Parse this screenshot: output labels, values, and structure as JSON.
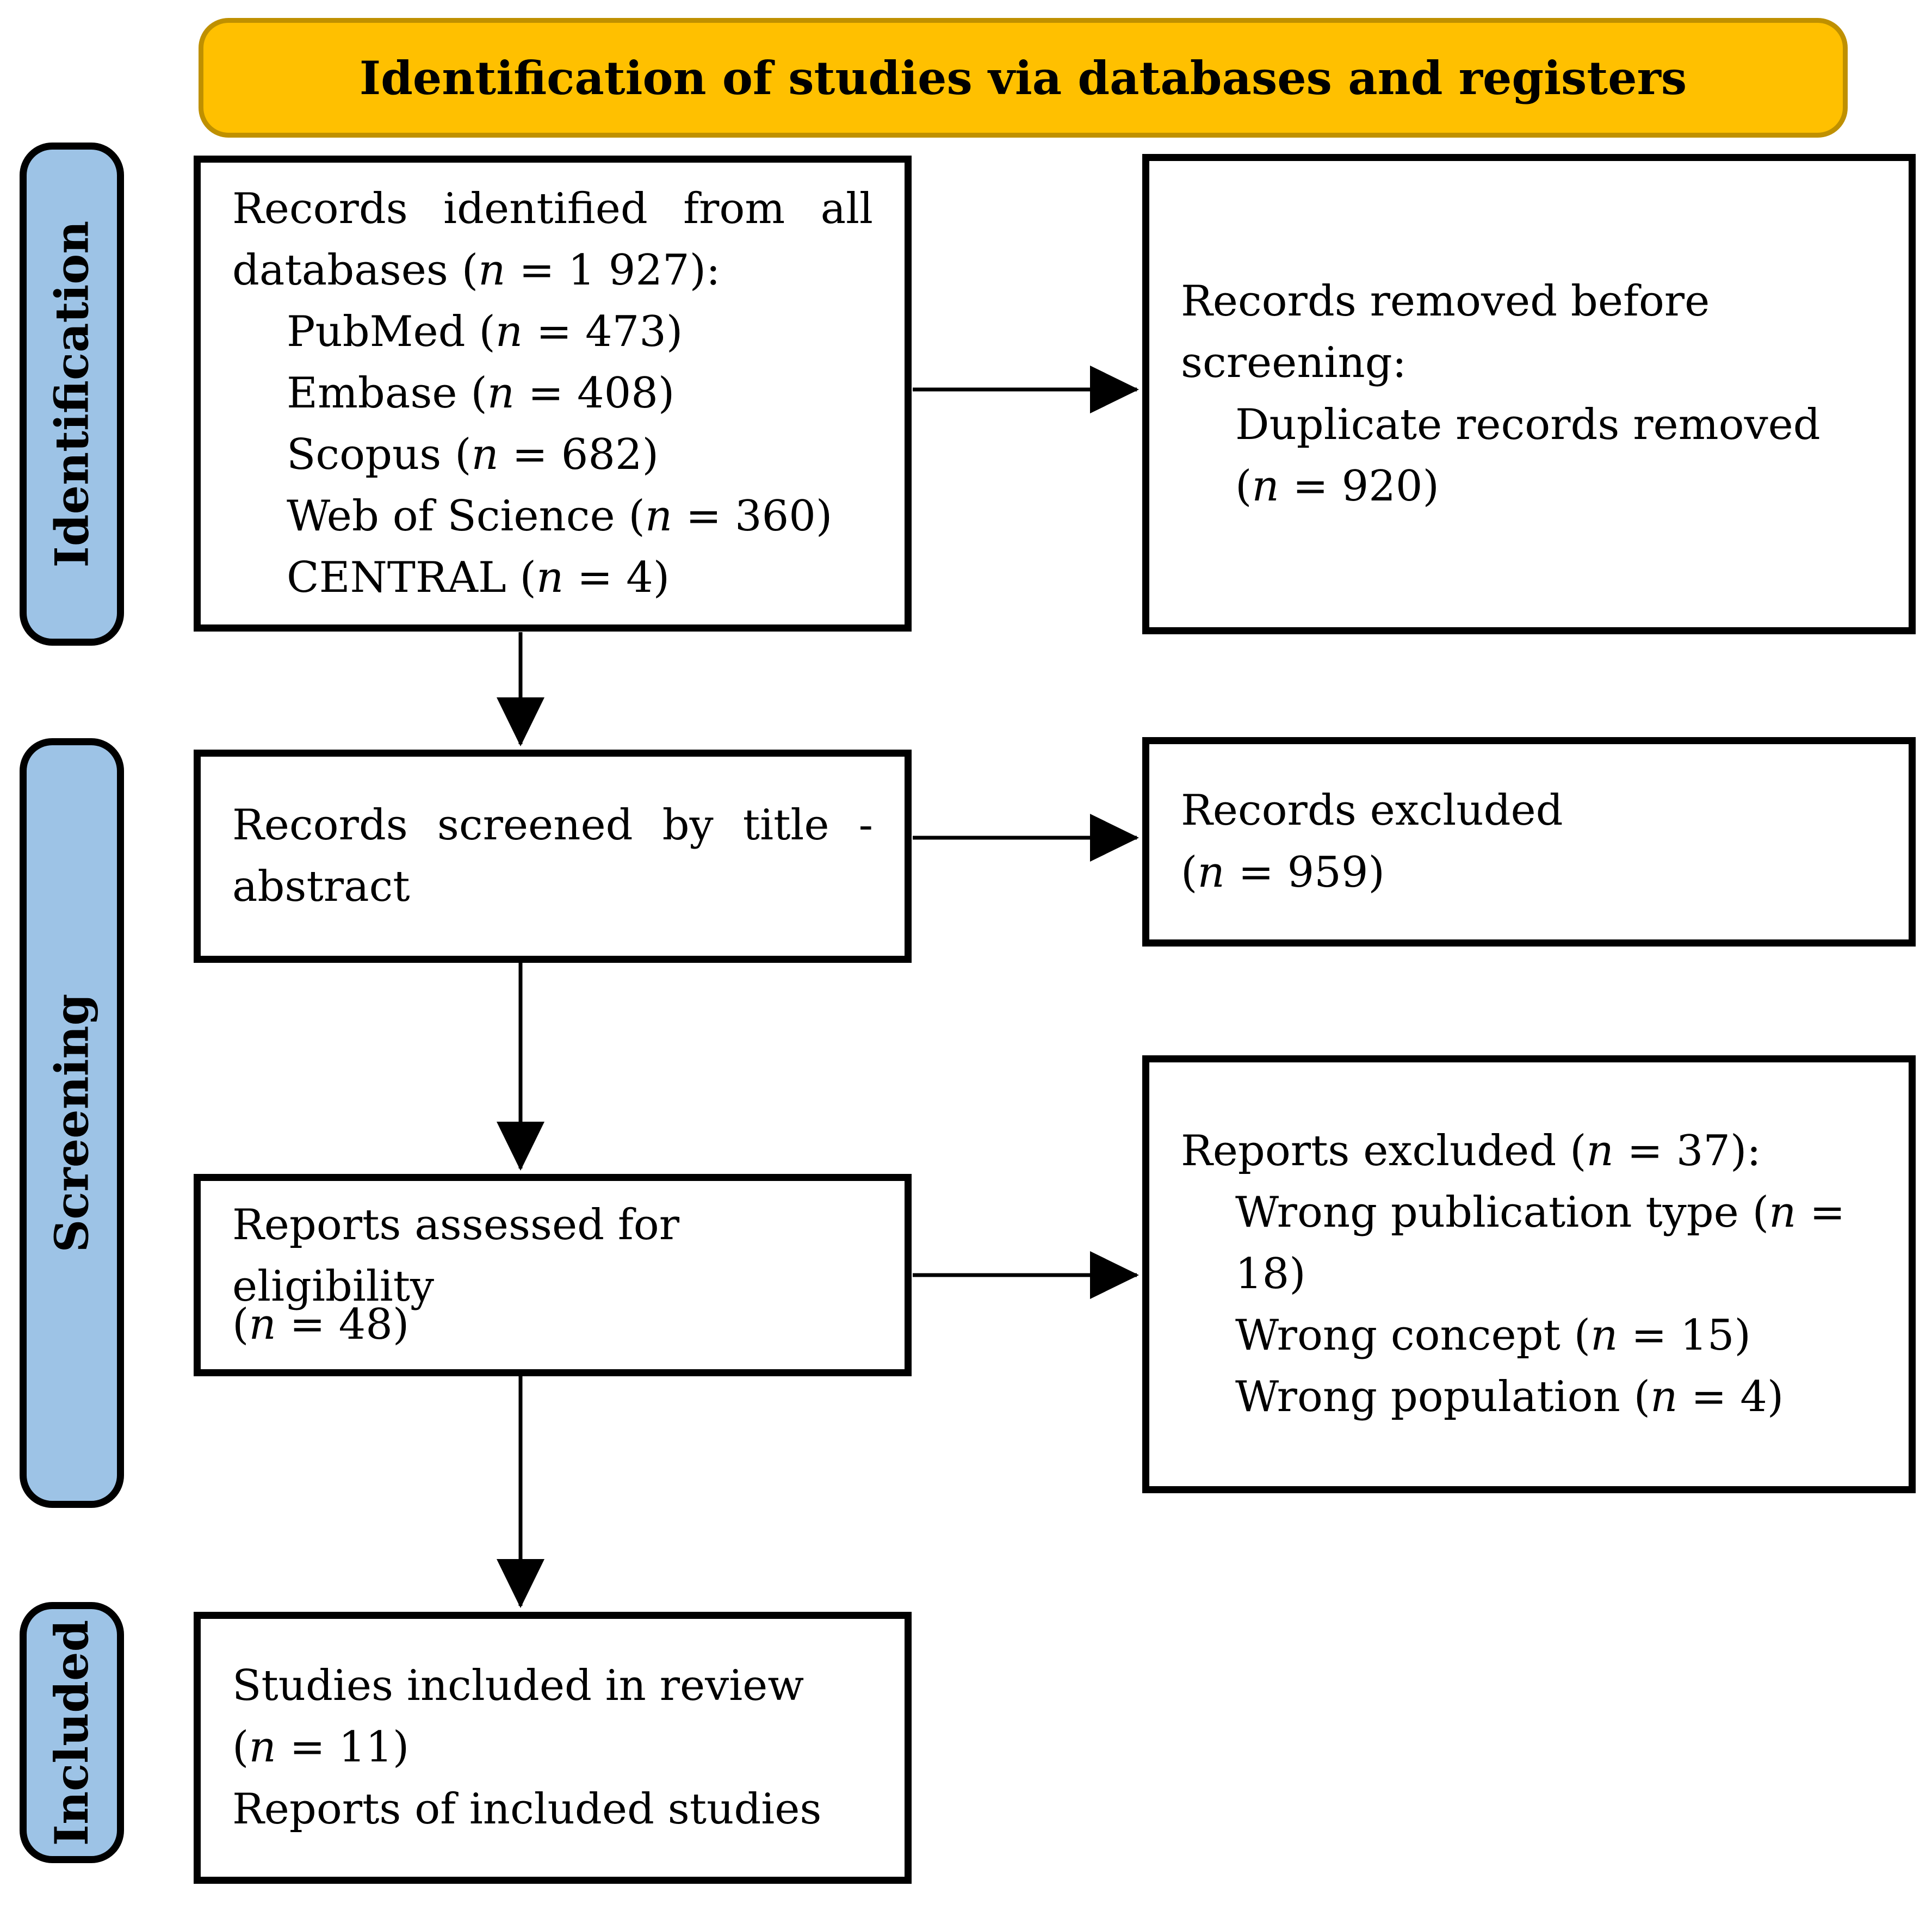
{
  "banner": {
    "title": "Identification of studies via databases and registers"
  },
  "sidebar": {
    "labels": [
      "Identification",
      "Screening",
      "Included"
    ]
  },
  "boxes": {
    "identified": {
      "lines": [
        "Records identified from all",
        "databases (n = 1 927):",
        "PubMed (n = 473)",
        "Embase (n = 408)",
        "Scopus (n = 682)",
        "Web of Science (n = 360)",
        "CENTRAL (n = 4)"
      ]
    },
    "removed_before_screening": {
      "lines": [
        "Records removed before screening:",
        "Duplicate records removed",
        "(n = 920)"
      ]
    },
    "screened": {
      "lines": [
        "Records screened by title -",
        "abstract"
      ]
    },
    "records_excluded": {
      "lines": [
        "Records excluded",
        "(n = 959)"
      ]
    },
    "assessed": {
      "lines": [
        "Reports assessed for eligibility",
        "(n = 48)"
      ]
    },
    "reports_excluded": {
      "lines": [
        "Reports excluded (n = 37):",
        "Wrong publication type (n = 18)",
        "Wrong concept (n = 15)",
        "Wrong population (n = 4)"
      ]
    },
    "included_studies": {
      "lines": [
        "Studies included in review",
        "(n = 11)",
        "Reports of included studies"
      ]
    }
  },
  "colors": {
    "banner_fill": "#FFC000",
    "banner_border": "#BF9000",
    "stage_fill": "#9DC3E6",
    "box_border": "#000000"
  }
}
